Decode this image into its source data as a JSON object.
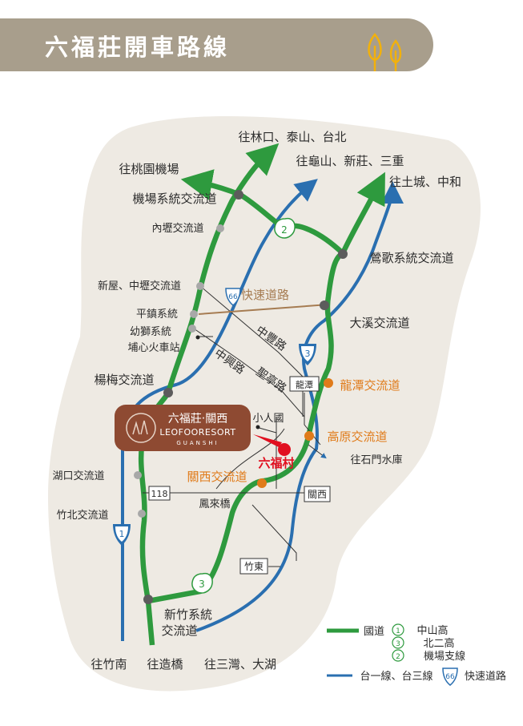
{
  "header": {
    "title": "六福莊開車路線"
  },
  "colors": {
    "header_bg": "#a89e8c",
    "region_bg": "#eeeae3",
    "national_freeway": "#2e9a3e",
    "provincial_road": "#2a6fb0",
    "expressway": "#a67c52",
    "highlight_text": "#e07b1a",
    "destination": "#e10f1f",
    "logo_bg": "#8e4a32"
  },
  "logo": {
    "chinese": "六福莊‧關西",
    "english": "LEOFOORESORT",
    "sub": "GUANSHI"
  },
  "directions": {
    "top_north": "往林口、泰山、台北",
    "airport": "往桃園機場",
    "top_guishan": "往龜山、新莊、三重",
    "top_tucheng": "往土城、中和",
    "bottom_zhunan": "往竹南",
    "bottom_zaoqiao": "往造橋",
    "bottom_sanwan": "往三灣、大湖",
    "shimen": "往石門水庫"
  },
  "interchanges": {
    "airport_jct": "機場系統交流道",
    "neili": "內壢交流道",
    "xinwu": "新屋、中壢交流道",
    "pingzhen": "平鎮系統",
    "youshi": "幼獅系統",
    "puxin": "埔心火車站",
    "yangmei": "楊梅交流道",
    "hukou": "湖口交流道",
    "zhubei": "竹北交流道",
    "hsinchu_jct_line1": "新竹系統",
    "hsinchu_jct_line2": "交流道",
    "yingge": "鶯歌系統交流道",
    "daxi": "大溪交流道",
    "longtan": "龍潭交流道",
    "gaoyuan": "高原交流道",
    "guanxi": "關西交流道"
  },
  "roads": {
    "expressway66": "快速道路",
    "zhongfeng": "中豐路",
    "zhongxing": "中興路",
    "shengting": "聖亭路",
    "fenglai": "鳳來橋",
    "route118": "118"
  },
  "places": {
    "longtan_box": "龍潭",
    "guanxi_box": "關西",
    "zhudong_box": "竹東",
    "xiaorenguo": "小人國",
    "leofoo_village": "六福村"
  },
  "shields": {
    "freeway1": "1",
    "freeway2": "2",
    "freeway3": "3",
    "route66": "66"
  },
  "legend": {
    "freeway": "國道",
    "f1": "中山高",
    "f3": "北二高",
    "f2": "機場支線",
    "provincial": "台一線、台三線",
    "expressway": "快速道路",
    "shield1": "1",
    "shield3": "3",
    "shield2": "2",
    "shield66": "66"
  }
}
